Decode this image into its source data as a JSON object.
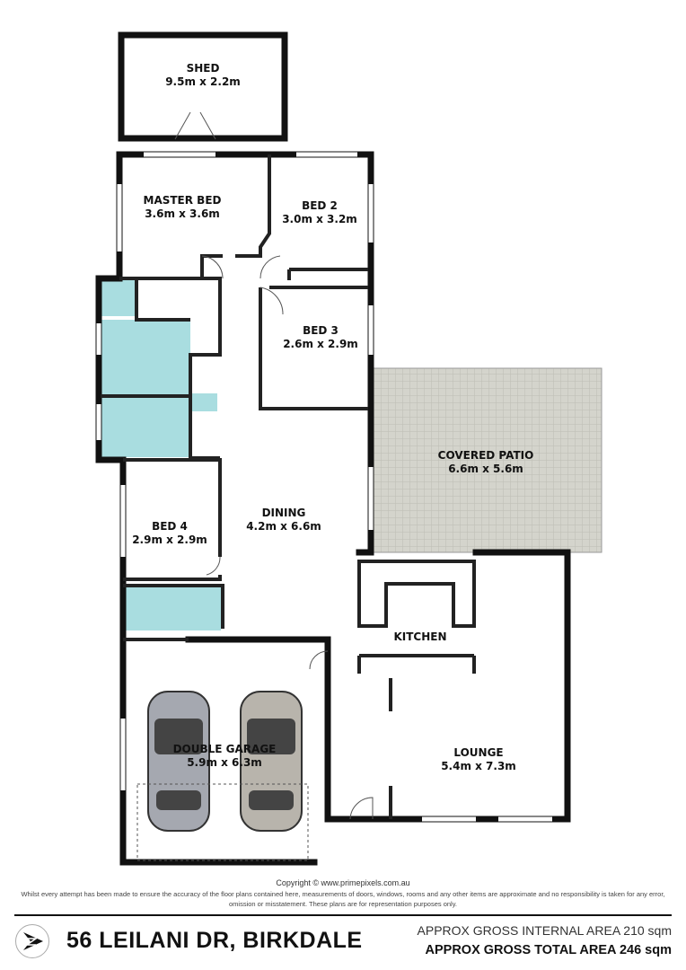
{
  "rooms": {
    "shed": {
      "name": "SHED",
      "size": "9.5m x 2.2m"
    },
    "master_bed": {
      "name": "MASTER BED",
      "size": "3.6m x 3.6m"
    },
    "bed2": {
      "name": "BED 2",
      "size": "3.0m x 3.2m"
    },
    "bed3": {
      "name": "BED 3",
      "size": "2.6m x 2.9m"
    },
    "covered_patio": {
      "name": "COVERED PATIO",
      "size": "6.6m x 5.6m"
    },
    "bed4": {
      "name": "BED 4",
      "size": "2.9m x 2.9m"
    },
    "dining": {
      "name": "DINING",
      "size": "4.2m x 6.6m"
    },
    "kitchen": {
      "name": "KITCHEN"
    },
    "double_garage": {
      "name": "DOUBLE GARAGE",
      "size": "5.9m x 6.3m"
    },
    "lounge": {
      "name": "LOUNGE",
      "size": "5.4m x 7.3m"
    }
  },
  "colors": {
    "wet_area": "#a9dde0",
    "patio": "#d4d4cc"
  },
  "footer": {
    "copyright": "Copyright © www.primepixels.com.au",
    "disclaimer": "Whilst every attempt has been made to ensure the accuracy of the floor plans contained here, measurements of doors, windows, rooms and any other items are approximate and no responsibility is taken for any error, omission or misstatement. These plans are for representation purposes only.",
    "address": "56 LEILANI DR, BIRKDALE",
    "internal_area": "APPROX GROSS INTERNAL AREA 210 sqm",
    "total_area": "APPROX GROSS TOTAL AREA 246 sqm"
  }
}
